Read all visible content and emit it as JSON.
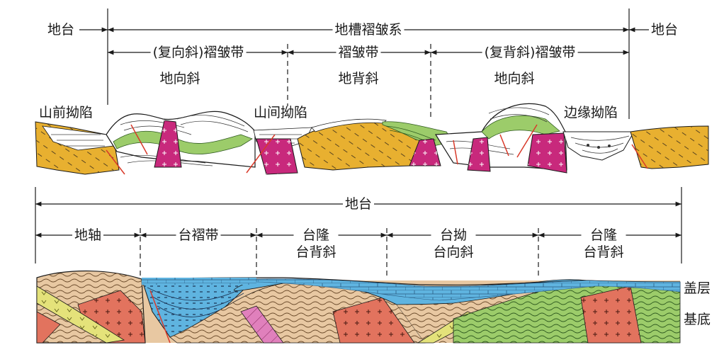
{
  "upper": {
    "left_platform": "地台",
    "geosyncline_system": "地槽褶皱系",
    "right_platform": "地台",
    "zone_left": "(复向斜)褶皱带",
    "zone_mid": "褶皱带",
    "zone_right": "(复背斜)褶皱带",
    "sub_left": "地向斜",
    "sub_mid": "地背斜",
    "sub_right": "地向斜",
    "foredeep": "山前拗陷",
    "intermontane": "山间拗陷",
    "marginal": "边缘拗陷"
  },
  "lower": {
    "platform": "地台",
    "shield": "地轴",
    "fold_belt": "台褶带",
    "uplift_1": "台隆",
    "anteclise_1": "台背斜",
    "depression": "台拗",
    "syneclise": "台向斜",
    "uplift_2": "台隆",
    "anteclise_2": "台背斜",
    "cover": "盖层",
    "basement": "基底"
  },
  "colors": {
    "orange": "#e8b030",
    "magenta": "#c8297c",
    "green": "#9ccc6a",
    "blue": "#5fb4e0",
    "red": "#e2735e",
    "tan": "#e8c8a2",
    "yellow": "#e4e27a",
    "pink": "#e080bc",
    "fault": "#d83a2a"
  }
}
